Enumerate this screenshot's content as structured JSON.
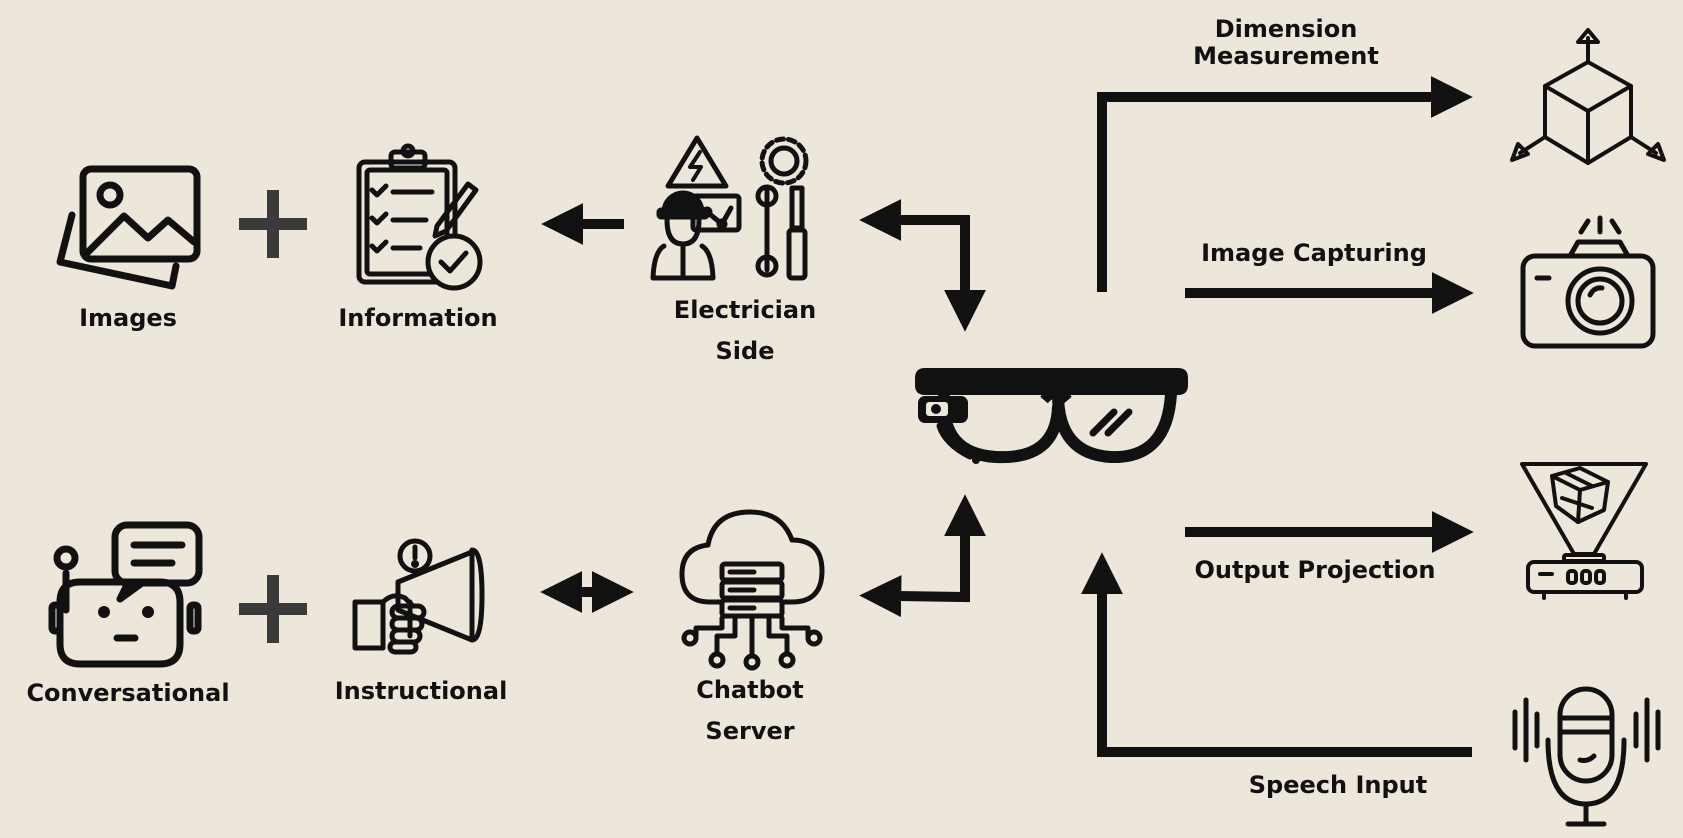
{
  "labels": {
    "images": "Images",
    "information": "Information",
    "electrician_side_line1": "Electrician",
    "electrician_side_line2": "Side",
    "conversational": "Conversational",
    "instructional": "Instructional",
    "chatbot_server_line1": "Chatbot",
    "chatbot_server_line2": "Server",
    "dimension_measurement_line1": "Dimension",
    "dimension_measurement_line2": "Measurement",
    "image_capturing": "Image Capturing",
    "output_projection": "Output Projection",
    "speech_input": "Speech Input"
  },
  "colors": {
    "background": "#ede6db",
    "ink": "#111111",
    "plus": "#3a3a3a",
    "accent_bulb": "#d9d9d9"
  },
  "icons": [
    "images-icon",
    "plus-icon",
    "checklist-icon",
    "electrician-icon",
    "robot-chat-icon",
    "megaphone-hand-icon",
    "cloud-server-icon",
    "smart-glasses-icon",
    "cube-3d-icon",
    "camera-icon",
    "hologram-projector-icon",
    "microphone-icon"
  ]
}
